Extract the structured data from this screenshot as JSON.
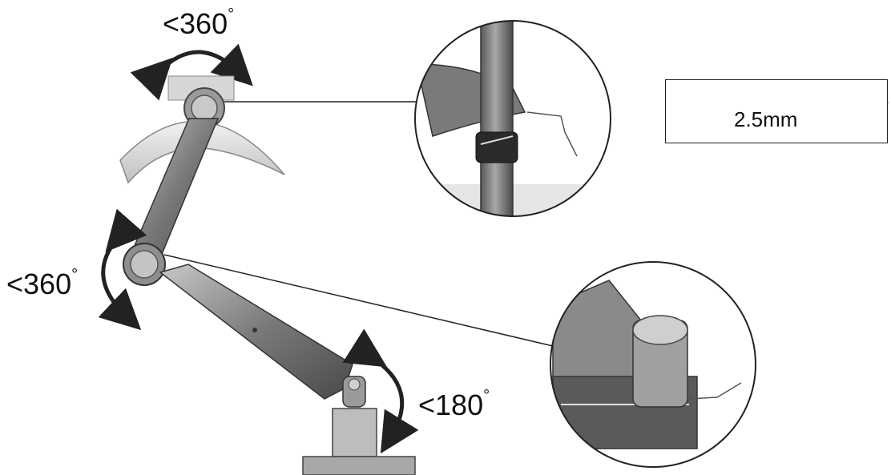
{
  "labels": {
    "top_angle": "<360",
    "mid_angle": "<360",
    "bottom_angle": "<180",
    "degree_symbol": "°",
    "hex_key_size": "2.5mm"
  },
  "icons": [
    "rotation-arrow-icon",
    "hex-nut-icon",
    "hex-key-icon"
  ],
  "colors": {
    "line": "#222222",
    "metal_dark": "#6e6e6e",
    "metal_light": "#bdbdbd",
    "background": "#ffffff"
  }
}
